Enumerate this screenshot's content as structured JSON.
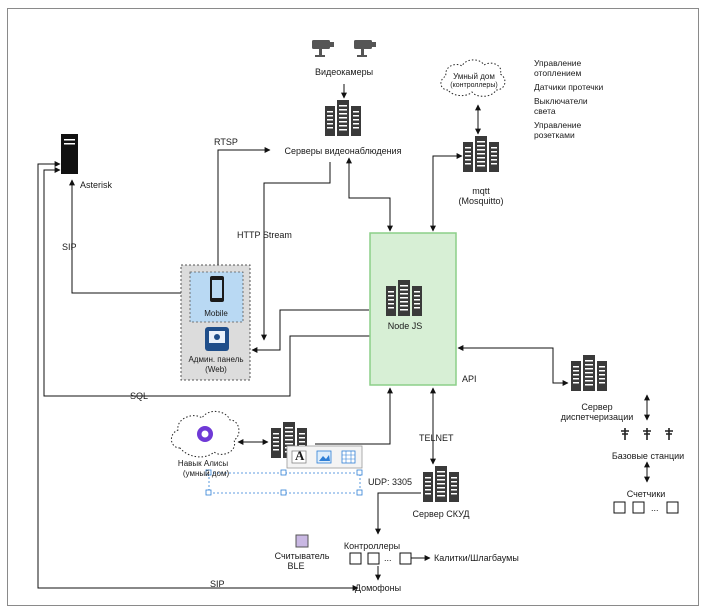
{
  "nodes": {
    "cameras": "Видеокамеры",
    "video_servers": "Серверы видеонаблюдения",
    "smart_home_title": "Умный дом",
    "smart_home_sub": "(контроллеры)",
    "mqtt_name": "mqtt",
    "mqtt_sub": "(Mosquitto)",
    "asterisk": "Asterisk",
    "nodejs": "Node JS",
    "mobile": "Mobile",
    "admin_line1": "Админ. панель",
    "admin_line2": "(Web)",
    "dispatch_line1": "Сервер",
    "dispatch_line2": "диспетчеризации",
    "base_stations": "Базовые станции",
    "meters": "Счетчики",
    "meters_ellipsis": "...",
    "alice_line1": "Навык Алисы",
    "alice_line2": "(умный дом)",
    "skud": "Сервер СКУД",
    "controllers": "Контроллеры",
    "controllers_ellipsis": "...",
    "gates": "Калитки/Шлагбаумы",
    "ble_line1": "Считыватель",
    "ble_line2": "BLE",
    "intercoms": "Домофоны"
  },
  "smart_home_features": [
    "Управление",
    "отоплением",
    "Датчики протечки",
    "Выключатели",
    "света",
    "Управление",
    "розетками"
  ],
  "edges": {
    "rtsp": "RTSP",
    "http_stream": "HTTP Stream",
    "sip_top": "SIP",
    "sql": "SQL",
    "api": "API",
    "telnet": "TELNET",
    "udp": "UDP: 3305",
    "sip_bottom": "SIP"
  },
  "toolbar": {
    "font_tool_glyph": "A"
  },
  "colors": {
    "server": "#3a3a3a",
    "node_green_fill": "#d7efd5",
    "node_green_border": "#8ccf88",
    "mobile_fill": "#b9d9f3",
    "admin_fill": "#1f4e8a",
    "selection": "#2f7fd6",
    "ble": "#c9b8e3"
  }
}
